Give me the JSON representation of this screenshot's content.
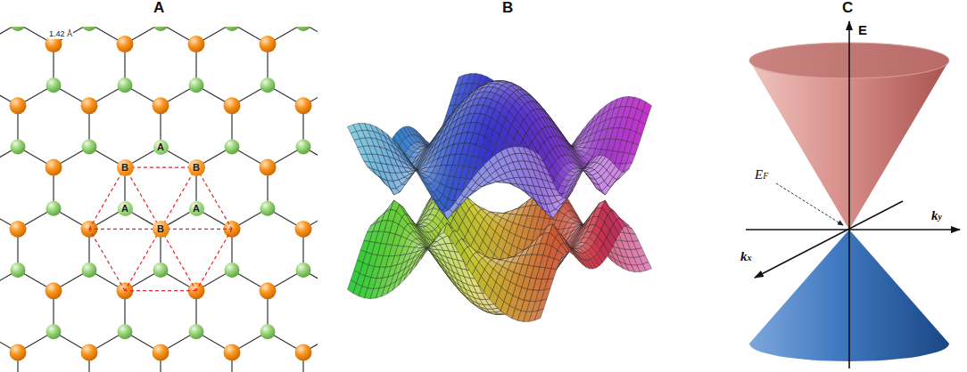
{
  "diagram": {
    "nodes": [
      {
        "text": [
          "A"
        ]
      },
      {
        "text": [
          "B"
        ]
      },
      {
        "text": [
          "B"
        ]
      },
      {
        "text": [
          "A"
        ]
      },
      {
        "text": [
          "A"
        ]
      },
      {
        "text": [
          "B"
        ]
      }
    ],
    "edges": [
      {
        "from": 0,
        "to": 1,
        "arrow": "none"
      },
      {
        "from": 0,
        "to": 2,
        "arrow": "none"
      },
      {
        "from": 1,
        "to": 3,
        "arrow": "none"
      },
      {
        "from": 2,
        "to": 4,
        "arrow": "none"
      },
      {
        "from": 3,
        "to": 5,
        "arrow": "none"
      },
      {
        "from": 4,
        "to": 5,
        "arrow": "none"
      }
    ],
    "labels": [
      "A",
      "B",
      "C",
      "1.42 Å",
      "E",
      "EF",
      "kx",
      "ky"
    ]
  }
}
